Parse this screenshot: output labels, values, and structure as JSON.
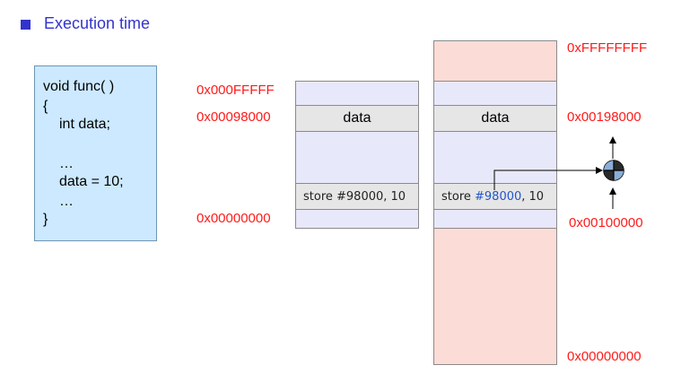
{
  "heading": "Execution time",
  "code_lines": [
    "void func( )",
    "{",
    "int data;",
    "…",
    "data = 10;",
    "…",
    "}"
  ],
  "logical_memory": {
    "addr_top": "0x000FFFFF",
    "addr_data": "0x00098000",
    "addr_bottom": "0x00000000",
    "data_label": "data",
    "store_instruction": "store #98000, 10"
  },
  "physical_memory": {
    "addr_top": "0xFFFFFFFF",
    "addr_data": "0x00198000",
    "addr_base": "0x00100000",
    "addr_bottom": "0x00000000",
    "data_label": "data",
    "store_prefix": "store ",
    "store_address": "#98000",
    "store_suffix": ", 10"
  },
  "colors": {
    "heading": "#3333cc",
    "address": "#ff1a1a",
    "code_box": "#cce9ff",
    "segment_lavender": "#e8e8fb",
    "segment_gray": "#e6e6e6",
    "physical_pink": "#fcdcd6",
    "store_address": "#2255cc"
  },
  "icons": {
    "adder": "plus-circle-icon"
  }
}
